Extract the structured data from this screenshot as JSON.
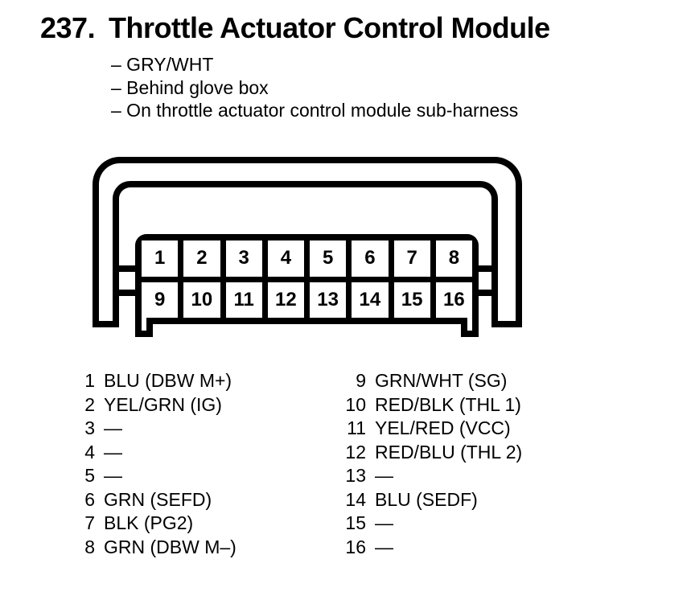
{
  "colors": {
    "ink": "#000000",
    "paper": "#ffffff"
  },
  "header": {
    "index": "237.",
    "title": "Throttle Actuator Control Module",
    "notes": [
      "– GRY/WHT",
      "– Behind glove box",
      "– On throttle actuator control module sub-harness"
    ]
  },
  "connector": {
    "description": "16-pin connector, front view",
    "top_row": [
      "1",
      "2",
      "3",
      "4",
      "5",
      "6",
      "7",
      "8"
    ],
    "bottom_row": [
      "9",
      "10",
      "11",
      "12",
      "13",
      "14",
      "15",
      "16"
    ]
  },
  "pins": {
    "left": [
      {
        "pin": "1",
        "label": "BLU (DBW M+)"
      },
      {
        "pin": "2",
        "label": "YEL/GRN (IG)"
      },
      {
        "pin": "3",
        "label": "—"
      },
      {
        "pin": "4",
        "label": "—"
      },
      {
        "pin": "5",
        "label": "—"
      },
      {
        "pin": "6",
        "label": "GRN (SEFD)"
      },
      {
        "pin": "7",
        "label": "BLK (PG2)"
      },
      {
        "pin": "8",
        "label": "GRN (DBW M–)"
      }
    ],
    "right": [
      {
        "pin": "9",
        "label": "GRN/WHT (SG)"
      },
      {
        "pin": "10",
        "label": "RED/BLK (THL 1)"
      },
      {
        "pin": "11",
        "label": "YEL/RED (VCC)"
      },
      {
        "pin": "12",
        "label": "RED/BLU (THL 2)"
      },
      {
        "pin": "13",
        "label": "—"
      },
      {
        "pin": "14",
        "label": "BLU (SEDF)"
      },
      {
        "pin": "15",
        "label": "—"
      },
      {
        "pin": "16",
        "label": "—"
      }
    ]
  }
}
